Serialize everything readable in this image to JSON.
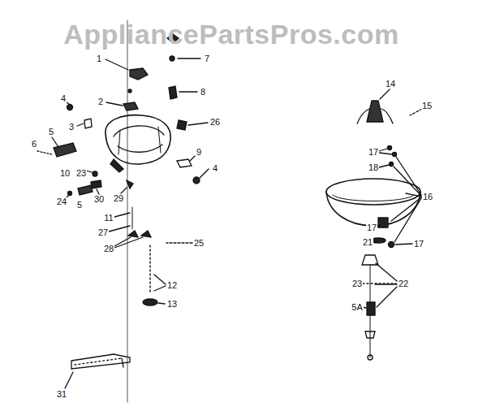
{
  "diagram": {
    "labels": [
      "AppliancePartsPros.com",
      "1",
      "7",
      "2",
      "4",
      "8",
      "3",
      "26",
      "5",
      "9",
      "4",
      "6",
      "10",
      "23",
      "30",
      "24",
      "5",
      "29",
      "11",
      "27",
      "25",
      "28",
      "12",
      "13",
      "31",
      "14",
      "15",
      "17",
      "18",
      "16",
      "17",
      "21",
      "17",
      "23",
      "22",
      "5A"
    ]
  }
}
